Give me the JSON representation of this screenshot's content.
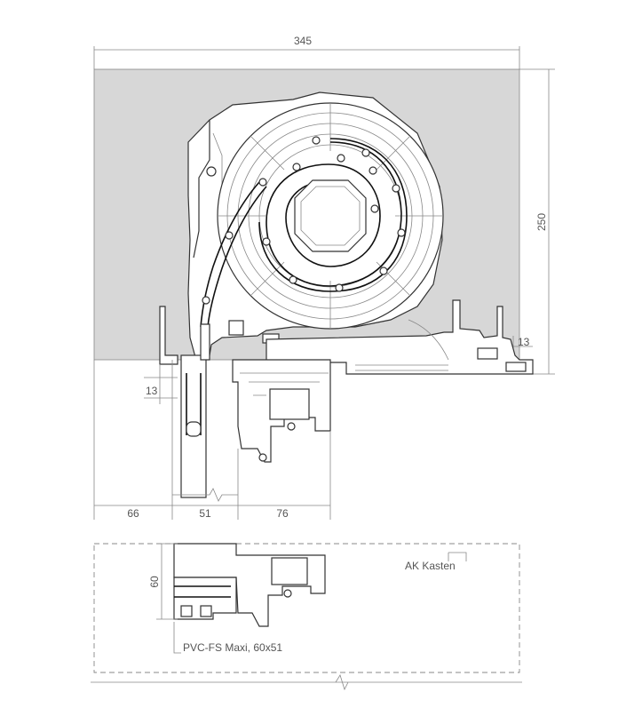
{
  "dimensions": {
    "total_width": "345",
    "height": "250",
    "right_step": "13",
    "left_step": "13",
    "bottom_left": "66",
    "bottom_mid": "51",
    "bottom_right": "76",
    "frame_height": "60"
  },
  "labels": {
    "box_label": "AK Kasten",
    "profile_label": "PVC-FS Maxi, 60x51"
  },
  "colors": {
    "box_fill": "#d7d7d7",
    "line": "#333333",
    "dim_line": "#888888"
  }
}
